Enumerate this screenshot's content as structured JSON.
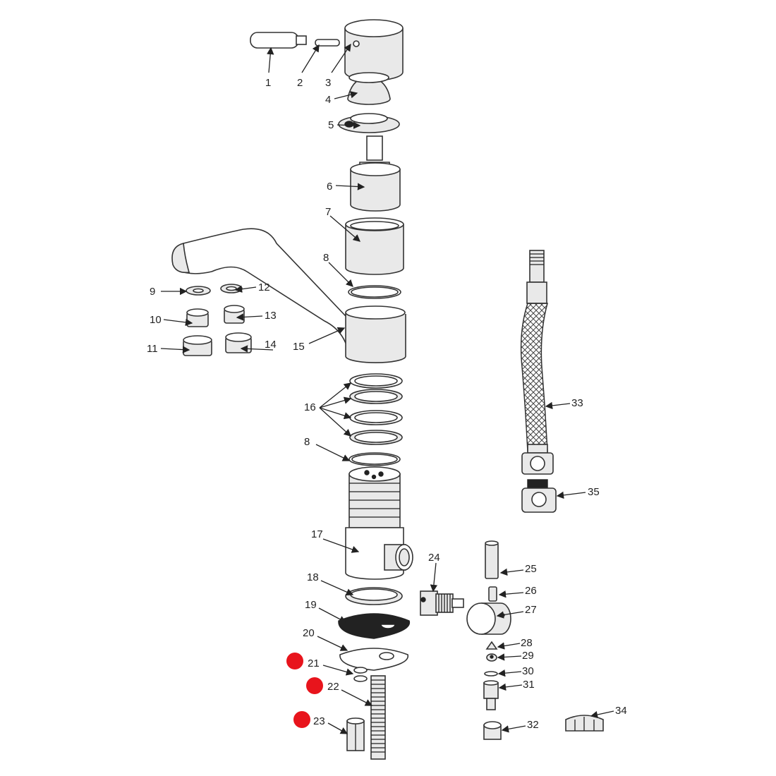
{
  "diagram": {
    "type": "exploded-parts-diagram",
    "marker_color": "#e8141c",
    "labels": [
      "1",
      "2",
      "3",
      "4",
      "5",
      "6",
      "7",
      "8",
      "9",
      "10",
      "11",
      "12",
      "13",
      "14",
      "15",
      "16",
      "8",
      "17",
      "18",
      "19",
      "20",
      "21",
      "22",
      "23",
      "24",
      "25",
      "26",
      "27",
      "28",
      "29",
      "30",
      "31",
      "32",
      "33",
      "34",
      "35"
    ],
    "highlighted_parts": [
      "21",
      "22",
      "23"
    ]
  }
}
